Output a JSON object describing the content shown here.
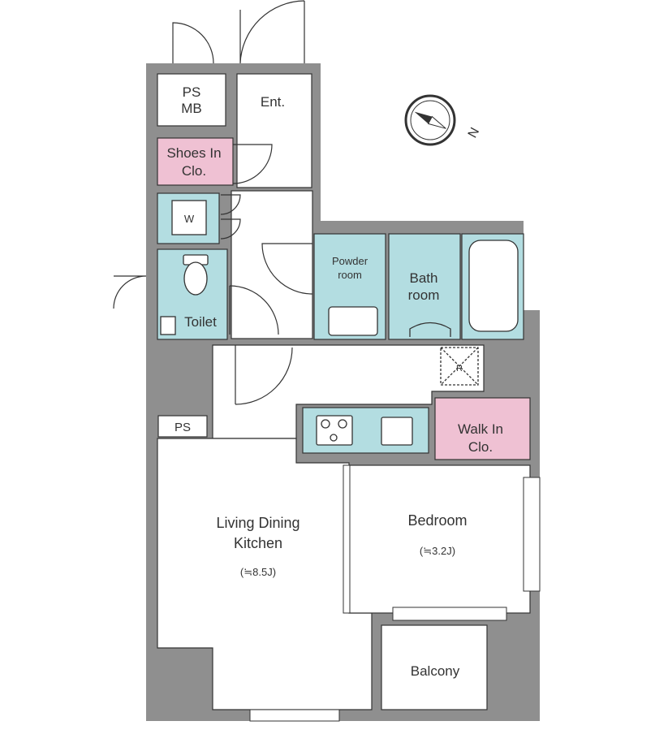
{
  "colors": {
    "wall": "#8f8f8f",
    "floor": "#ffffff",
    "wet_area": "#b3dde1",
    "closet": "#efc1d3",
    "line": "#333333"
  },
  "rooms": {
    "ps_mb": [
      "PS",
      "MB"
    ],
    "entrance": "Ent.",
    "shoes_closet": [
      "Shoes In",
      "Clo."
    ],
    "washer": "W",
    "powder_room": [
      "Powder",
      "room"
    ],
    "bath": [
      "Bath",
      "room"
    ],
    "toilet": "Toilet",
    "ref": "R",
    "pipe_space": "PS",
    "walk_in_closet": [
      "Walk In",
      "Clo."
    ],
    "ldk": [
      "Living Dining",
      "Kitchen"
    ],
    "ldk_size": "(≒8.5J)",
    "bedroom": "Bedroom",
    "bedroom_size": "(≒3.2J)",
    "balcony": "Balcony"
  },
  "compass": {
    "icon": "compass-icon",
    "north_label": "N"
  }
}
